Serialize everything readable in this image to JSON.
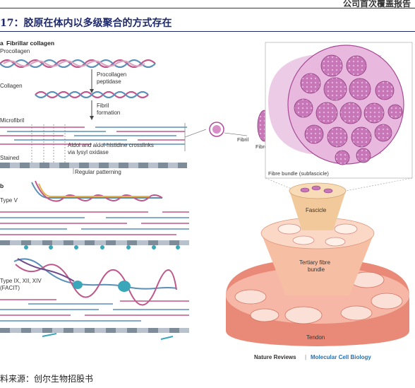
{
  "header": {
    "running_title": "公司首次覆盖报告"
  },
  "figure": {
    "title": "17：胶原在体内以多级聚合的方式存在",
    "panel_a": {
      "label": "a",
      "title": "Fibrillar collagen",
      "procollagen": "Procollagen",
      "step1_line1": "Procollagen",
      "step1_line2": "peptidase",
      "collagen": "Collagen",
      "step2_line1": "Fibril",
      "step2_line2": "formation",
      "microfibril": "Microfibril",
      "crosslink_line1": "Aldol and aldol-histidine crosslinks",
      "crosslink_line2": "via lysyl oxidase",
      "stained": "Stained",
      "regular_patterning": "Regular patterning"
    },
    "panel_b": {
      "label": "b",
      "type_v": "Type V",
      "facit_line1": "Type IX, XII, XIV",
      "facit_line2": "(FACIT)"
    },
    "hierarchy": {
      "fibril": "Fibril",
      "fibre": "Fibre",
      "fibre_bundle": "Fibre bundle (subfascicle)",
      "fascicle": "Fascicle",
      "tertiary_line1": "Tertiary fibre",
      "tertiary_line2": "bundle",
      "tendon": "Tendon"
    },
    "credit_journal": "Nature Reviews",
    "credit_separator": "|",
    "credit_subject": "Molecular Cell Biology"
  },
  "source": {
    "note": "料来源：创尔生物招股书"
  },
  "colors": {
    "title_blue": "#1f2a6b",
    "collagen_pink": "#c0578a",
    "collagen_blue": "#5a8fb8",
    "fibre_magenta": "#b04a9a",
    "tendon_salmon": "#e98a78",
    "fascicle_tan": "#f2c99a",
    "credit_blue": "#2a6fb0"
  }
}
